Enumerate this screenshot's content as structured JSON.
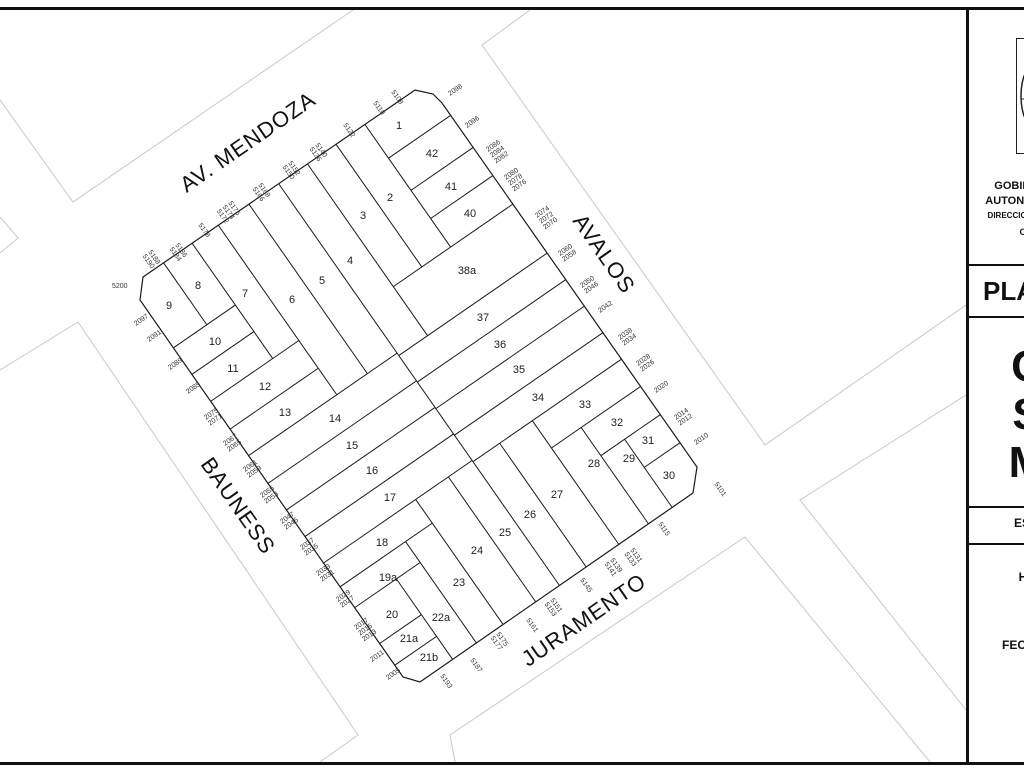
{
  "streets": {
    "north": "AV. MENDOZA",
    "east": "AVALOS",
    "south": "JURAMENTO",
    "west": "BAUNESS"
  },
  "lots": [
    "1",
    "2",
    "3",
    "4",
    "5",
    "6",
    "7",
    "8",
    "9",
    "10",
    "11",
    "12",
    "13",
    "14",
    "15",
    "16",
    "17",
    "18",
    "19a",
    "20",
    "21a",
    "21b",
    "22a",
    "23",
    "24",
    "25",
    "26",
    "27",
    "28",
    "29",
    "30",
    "31",
    "32",
    "33",
    "34",
    "35",
    "36",
    "37",
    "38a",
    "40",
    "41",
    "42"
  ],
  "addresses": [
    {
      "street": "mendoza",
      "lines": [
        "5200"
      ]
    },
    {
      "street": "mendoza",
      "lines": [
        "5188",
        "5190"
      ]
    },
    {
      "street": "mendoza",
      "lines": [
        "5186",
        "5184"
      ]
    },
    {
      "street": "mendoza",
      "lines": [
        "5178"
      ]
    },
    {
      "street": "mendoza",
      "lines": [
        "5176",
        "5174",
        "5172"
      ]
    },
    {
      "street": "mendoza",
      "lines": [
        "5168",
        "5166"
      ]
    },
    {
      "street": "mendoza",
      "lines": [
        "5152",
        "5150"
      ]
    },
    {
      "street": "mendoza",
      "lines": [
        "5140",
        "5136"
      ]
    },
    {
      "street": "mendoza",
      "lines": [
        "5122"
      ]
    },
    {
      "street": "mendoza",
      "lines": [
        "5110"
      ]
    },
    {
      "street": "mendoza",
      "lines": [
        "5108"
      ]
    },
    {
      "street": "avalos",
      "lines": [
        "2098"
      ]
    },
    {
      "street": "avalos",
      "lines": [
        "2096"
      ]
    },
    {
      "street": "avalos",
      "lines": [
        "2086",
        "2084",
        "2082"
      ]
    },
    {
      "street": "avalos",
      "lines": [
        "2080",
        "2078",
        "2076"
      ]
    },
    {
      "street": "avalos",
      "lines": [
        "2074",
        "2072",
        "2070"
      ]
    },
    {
      "street": "avalos",
      "lines": [
        "2060",
        "2058"
      ]
    },
    {
      "street": "avalos",
      "lines": [
        "2050",
        "2046"
      ]
    },
    {
      "street": "avalos",
      "lines": [
        "2042"
      ]
    },
    {
      "street": "avalos",
      "lines": [
        "2038",
        "2034"
      ]
    },
    {
      "street": "avalos",
      "lines": [
        "2028",
        "2026"
      ]
    },
    {
      "street": "avalos",
      "lines": [
        "2020"
      ]
    },
    {
      "street": "avalos",
      "lines": [
        "2014",
        "2012"
      ]
    },
    {
      "street": "avalos",
      "lines": [
        "2010"
      ]
    },
    {
      "street": "juramento",
      "lines": [
        "5101"
      ]
    },
    {
      "street": "juramento",
      "lines": [
        "5115"
      ]
    },
    {
      "street": "juramento",
      "lines": [
        "5131",
        "5133"
      ]
    },
    {
      "street": "juramento",
      "lines": [
        "5139",
        "5141"
      ]
    },
    {
      "street": "juramento",
      "lines": [
        "5145"
      ]
    },
    {
      "street": "juramento",
      "lines": [
        "5151",
        "5153"
      ]
    },
    {
      "street": "juramento",
      "lines": [
        "5161"
      ]
    },
    {
      "street": "juramento",
      "lines": [
        "5175",
        "5177"
      ]
    },
    {
      "street": "juramento",
      "lines": [
        "5187"
      ]
    },
    {
      "street": "juramento",
      "lines": [
        "5193"
      ]
    },
    {
      "street": "bauness",
      "lines": [
        "2097"
      ]
    },
    {
      "street": "bauness",
      "lines": [
        "2091"
      ]
    },
    {
      "street": "bauness",
      "lines": [
        "2089"
      ]
    },
    {
      "street": "bauness",
      "lines": [
        "2085"
      ]
    },
    {
      "street": "bauness",
      "lines": [
        "2075",
        "2071"
      ]
    },
    {
      "street": "bauness",
      "lines": [
        "2067",
        "2065"
      ]
    },
    {
      "street": "bauness",
      "lines": [
        "2061",
        "2059"
      ]
    },
    {
      "street": "bauness",
      "lines": [
        "2055",
        "2053"
      ]
    },
    {
      "street": "bauness",
      "lines": [
        "2047",
        "2045"
      ]
    },
    {
      "street": "bauness",
      "lines": [
        "2037",
        "2035"
      ]
    },
    {
      "street": "bauness",
      "lines": [
        "2033",
        "2031"
      ]
    },
    {
      "street": "bauness",
      "lines": [
        "2029",
        "2027"
      ]
    },
    {
      "street": "bauness",
      "lines": [
        "2017",
        "2015",
        "2013"
      ]
    },
    {
      "street": "bauness",
      "lines": [
        "2011"
      ]
    },
    {
      "street": "bauness",
      "lines": [
        "2005"
      ]
    }
  ],
  "title_block": {
    "gov_line1": "GOBIE",
    "gov_line2": "AUTONO",
    "gov_line3": "DIRECCION",
    "gov_line4": "O",
    "plan_label": "PLA",
    "big1": "C",
    "big2": "S",
    "big3": "M",
    "scale_label": "ES",
    "h_label": "H",
    "date_label": "FEC"
  },
  "colors": {
    "lines": "#1a1a1a",
    "neighbor_lines": "#c8c8c8",
    "frame": "#111111"
  }
}
